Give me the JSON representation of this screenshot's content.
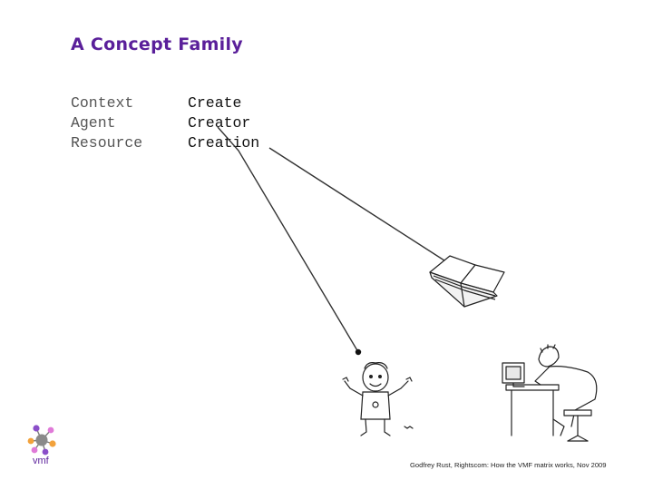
{
  "slide": {
    "title": "A Concept Family",
    "left_column": [
      "Context",
      "Agent",
      "Resource"
    ],
    "right_column": [
      "Create",
      "Creator",
      "Creation"
    ],
    "footer": "Godfrey Rust, Rightscom: How the VMF matrix works, Nov 2009"
  },
  "logo": {
    "word": "vmf",
    "icon": "vmf-molecule-logo",
    "colors": {
      "hub": "#8a8a8a",
      "node_purple": "#8b4fc9",
      "node_pink": "#e07ad8",
      "node_orange": "#f2a23c",
      "text": "#5a1f9a"
    }
  },
  "illustrations": {
    "book": "open-book-icon",
    "person": "child-figure-icon",
    "workstation": "person-at-computer-icon"
  },
  "colors": {
    "title": "#5a1f9a",
    "lines": "#333333"
  }
}
